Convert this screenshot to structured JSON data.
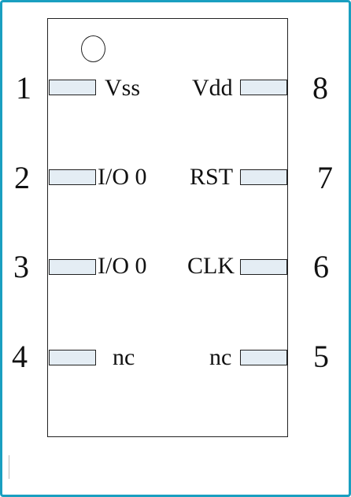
{
  "pins": {
    "p1": {
      "number": "1",
      "label": "Vss"
    },
    "p2": {
      "number": "2",
      "label": "I/O 0"
    },
    "p3": {
      "number": "3",
      "label": "I/O 0"
    },
    "p4": {
      "number": "4",
      "label": "nc"
    },
    "p5": {
      "number": "5",
      "label": "nc"
    },
    "p6": {
      "number": "6",
      "label": "CLK"
    },
    "p7": {
      "number": "7",
      "label": "RST"
    },
    "p8": {
      "number": "8",
      "label": "Vdd"
    }
  },
  "colors": {
    "frame_border": "#1a9fc0",
    "pad_fill": "#e4edf4",
    "outline": "#222222"
  }
}
